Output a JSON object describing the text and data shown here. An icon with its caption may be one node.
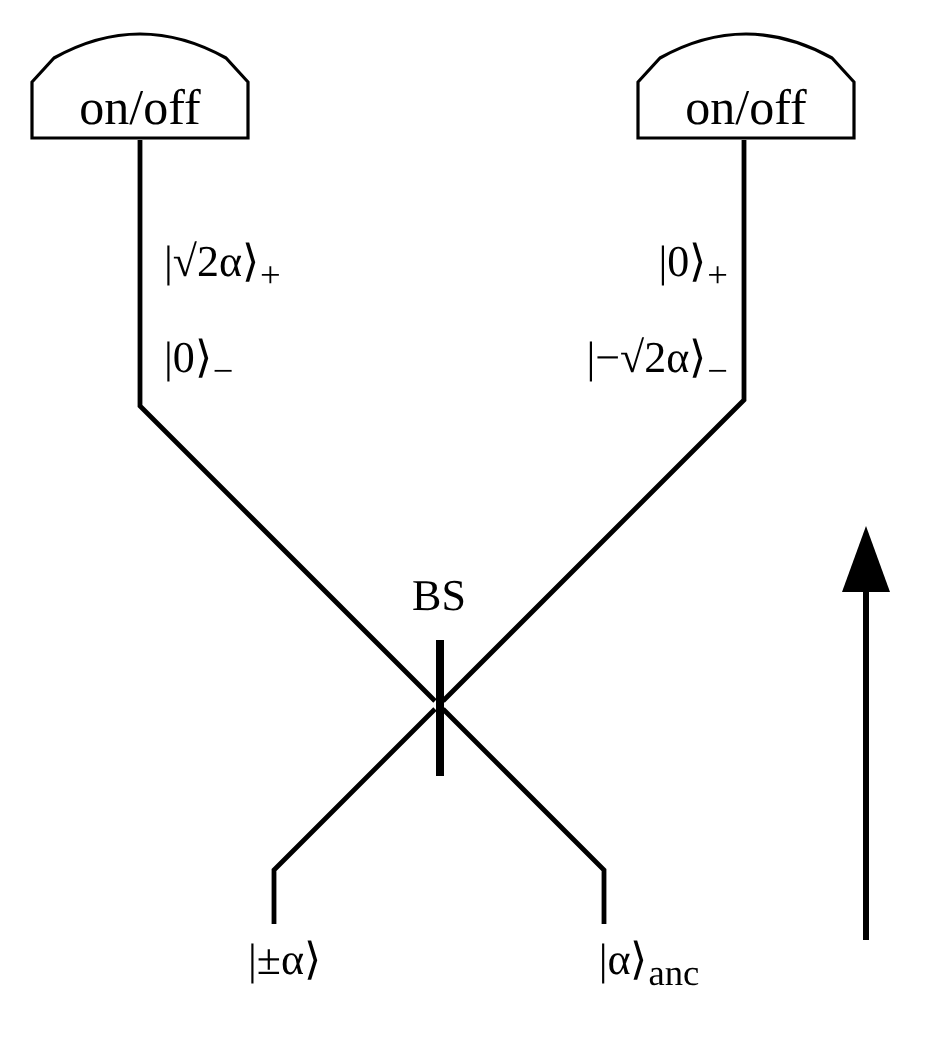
{
  "diagram": {
    "nodes": [
      {
        "text": [
          "on/off"
        ]
      },
      {
        "text": [
          "on/off"
        ]
      },
      {
        "text": [
          "|±α⟩"
        ]
      },
      {
        "text": [
          "|α⟩$_{anc}$"
        ]
      },
      {
        "text": [],
        "shape": "bar",
        "beside": [
          "BS"
        ]
      }
    ],
    "edges": [
      {
        "from": 2,
        "to": 4,
        "arrow": "none"
      },
      {
        "from": 3,
        "to": 4,
        "arrow": "none"
      },
      {
        "from": 4,
        "to": 0,
        "arrow": "none"
      },
      {
        "from": 4,
        "to": 1,
        "arrow": "none"
      }
    ],
    "labels": [
      "|√2α⟩$_{+}$",
      "|0⟩$_{−}$",
      "|0⟩$_{+}$",
      "|−√2α⟩$_{−}$"
    ]
  }
}
